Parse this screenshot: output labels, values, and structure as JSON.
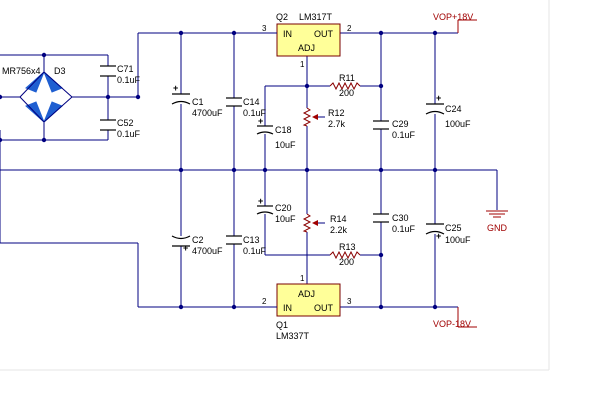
{
  "labels": {
    "D3_part": "MR756x4",
    "D3_ref": "D3",
    "C71_ref": "C71",
    "C71_val": "0.1uF",
    "C52_ref": "C52",
    "C52_val": "0.1uF",
    "C1_ref": "C1",
    "C1_val": "4700uF",
    "C2_ref": "C2",
    "C2_val": "4700uF",
    "C14_ref": "C14",
    "C14_val": "0.1uF",
    "C13_ref": "C13",
    "C13_val": "0.1uF",
    "C18_ref": "C18",
    "C18_val": "10uF",
    "C20_ref": "C20",
    "C20_val": "10uF",
    "R11_ref": "R11",
    "R11_val": "200",
    "R12_ref": "R12",
    "R12_val": "2.7k",
    "R13_ref": "R13",
    "R13_val": "200",
    "R14_ref": "R14",
    "R14_val": "2.2k",
    "C29_ref": "C29",
    "C29_val": "0.1uF",
    "C30_ref": "C30",
    "C30_val": "0.1uF",
    "C24_ref": "C24",
    "C24_val": "100uF",
    "C25_ref": "C25",
    "C25_val": "100uF",
    "Q2_ref": "Q2",
    "Q2_part": "LM317T",
    "Q1_ref": "Q1",
    "Q1_part": "LM337T",
    "in": "IN",
    "out": "OUT",
    "adj": "ADJ",
    "pin1": "1",
    "pin2": "2",
    "pin3": "3",
    "vop_pos": "VOP+18V",
    "vop_neg": "VOP-18V",
    "gnd": "GND",
    "plus": "+"
  }
}
